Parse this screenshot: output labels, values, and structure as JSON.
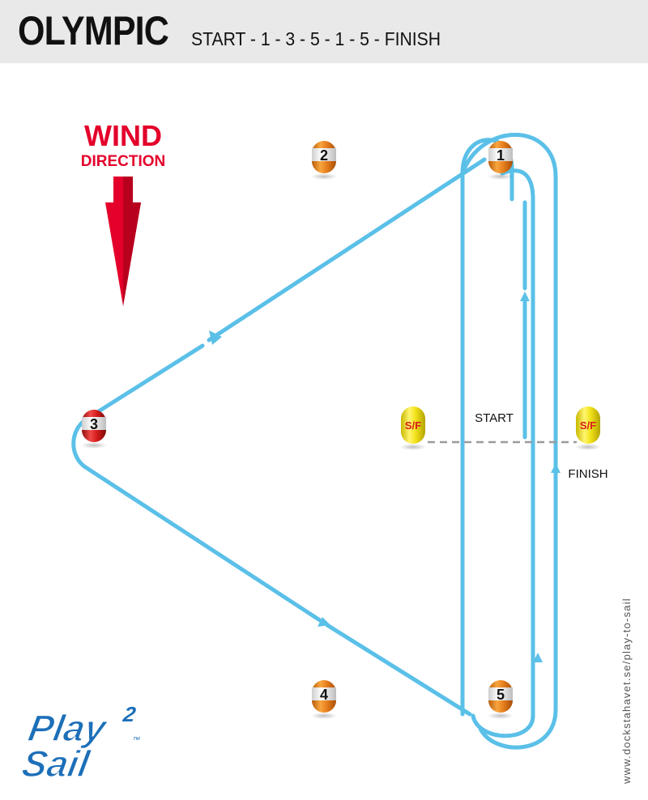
{
  "header": {
    "title": "OLYMPIC",
    "subtitle": "START - 1 - 3 - 5 - 1 - 5 - FINISH"
  },
  "wind": {
    "line1": "WIND",
    "line2": "DIRECTION",
    "color": "#e4002b"
  },
  "marks": {
    "m1": "1",
    "m2": "2",
    "m3": "3",
    "m4": "4",
    "m5": "5",
    "sf_left": "S/F",
    "sf_right": "S/F"
  },
  "labels": {
    "start": "START",
    "finish": "FINISH"
  },
  "credit": "www.dockstahavet.se/play-to-sail",
  "logo": {
    "line1": "Play",
    "superscript": "2",
    "line2": "Sail",
    "tm": "™"
  },
  "colors": {
    "course": "#5bc0e8",
    "orange_buoy": "#e8801e",
    "red_buoy": "#d81e1e",
    "yellow_buoy": "#f2e21a",
    "header_bg": "#e9e9ea",
    "logo_blue": "#1d6fb8"
  }
}
